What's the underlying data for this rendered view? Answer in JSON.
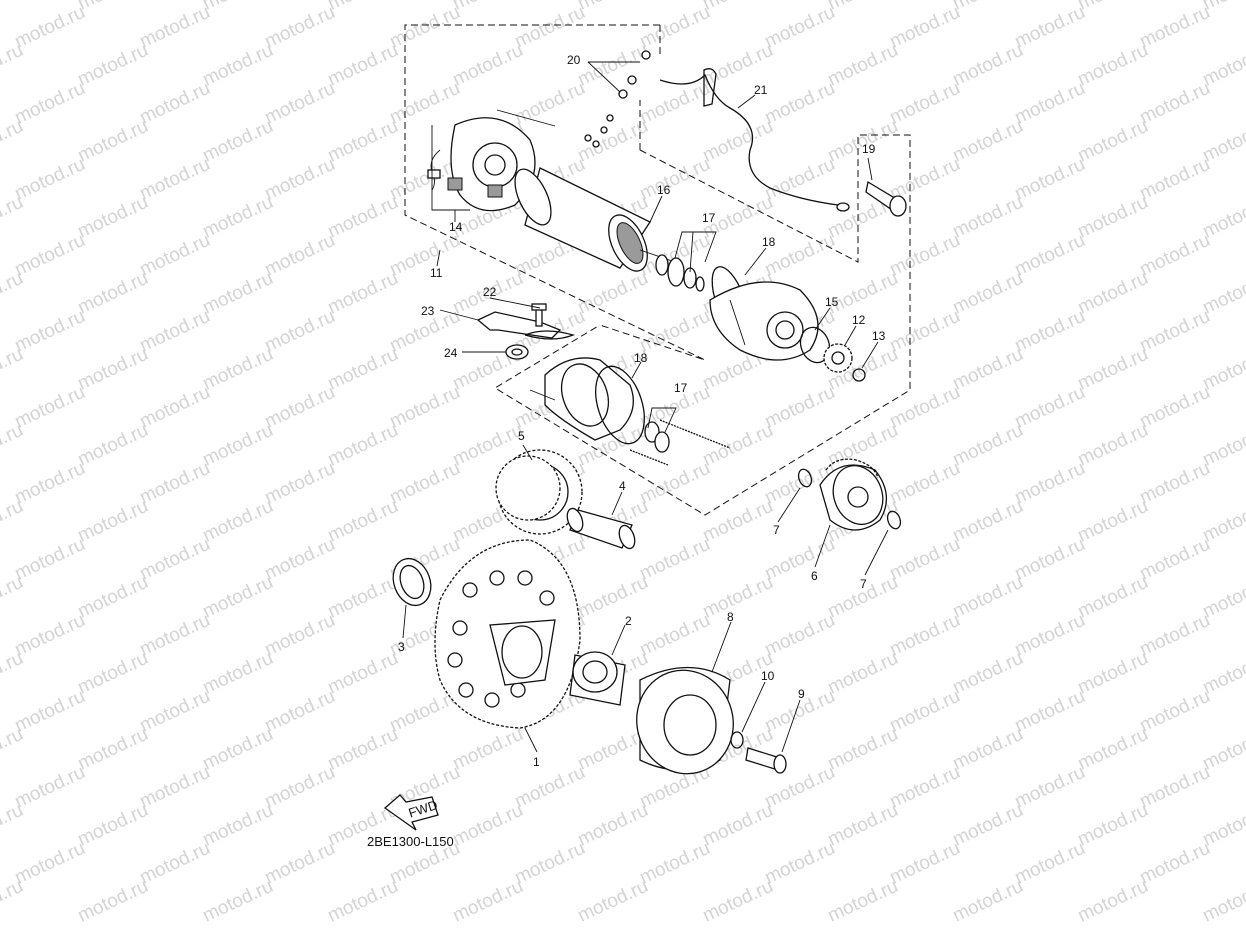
{
  "diagram_code": "2BE1300-L150",
  "fwd_label": "FWD",
  "watermark": "motod.ru",
  "callouts": {
    "c1": "1",
    "c2": "2",
    "c3": "3",
    "c4": "4",
    "c5": "5",
    "c6": "6",
    "c7a": "7",
    "c7b": "7",
    "c8": "8",
    "c9": "9",
    "c10": "10",
    "c11": "11",
    "c12": "12",
    "c13": "13",
    "c14": "14",
    "c15": "15",
    "c16": "16",
    "c17a": "17",
    "c17b": "17",
    "c18a": "18",
    "c18b": "18",
    "c19": "19",
    "c20": "20",
    "c21": "21",
    "c22": "22",
    "c23": "23",
    "c24": "24"
  }
}
